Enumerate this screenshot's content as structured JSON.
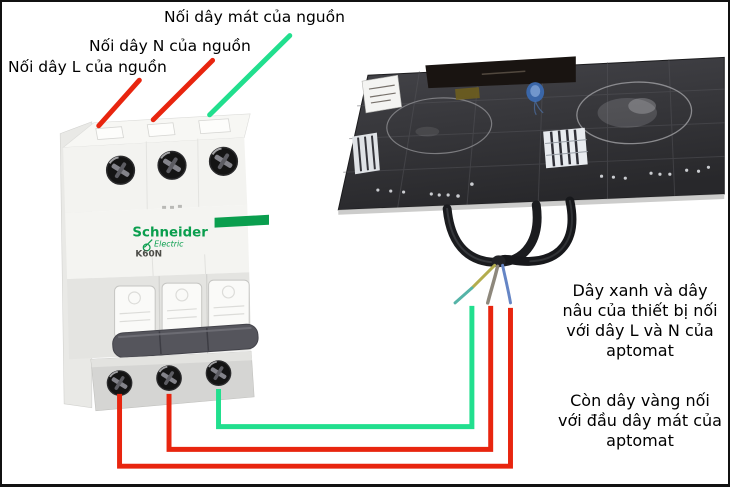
{
  "colors": {
    "background": "#ffffff",
    "border": "#111111",
    "text": "#000000",
    "wire_red": "#e8250f",
    "wire_green": "#21df8e",
    "brand_green": "#0a9e4e",
    "cooktop_glass": "#323236",
    "breaker_body": "#f3f3f0",
    "device_wire_yellow": "#b3ad4e",
    "device_wire_teal": "#55b4a8",
    "device_wire_brown": "#8e887c",
    "device_wire_blue": "#6585c5"
  },
  "pointer_labels": {
    "ground": "Nối dây mát của nguồn",
    "neutral": "Nối dây N của nguồn",
    "live": "Nối dây L của nguồn"
  },
  "breaker": {
    "brand": "Schneider",
    "brand_sub": "Electric",
    "model": "K60N"
  },
  "notes": {
    "device_wires": {
      "lines": [
        "Dây xanh và dây",
        "nâu của thiết bị nối",
        "với dây L và N của",
        "aptomat"
      ]
    },
    "ground_wire": {
      "lines": [
        "Còn dây vàng nối",
        "với đầu dây mát của",
        "aptomat"
      ]
    }
  }
}
